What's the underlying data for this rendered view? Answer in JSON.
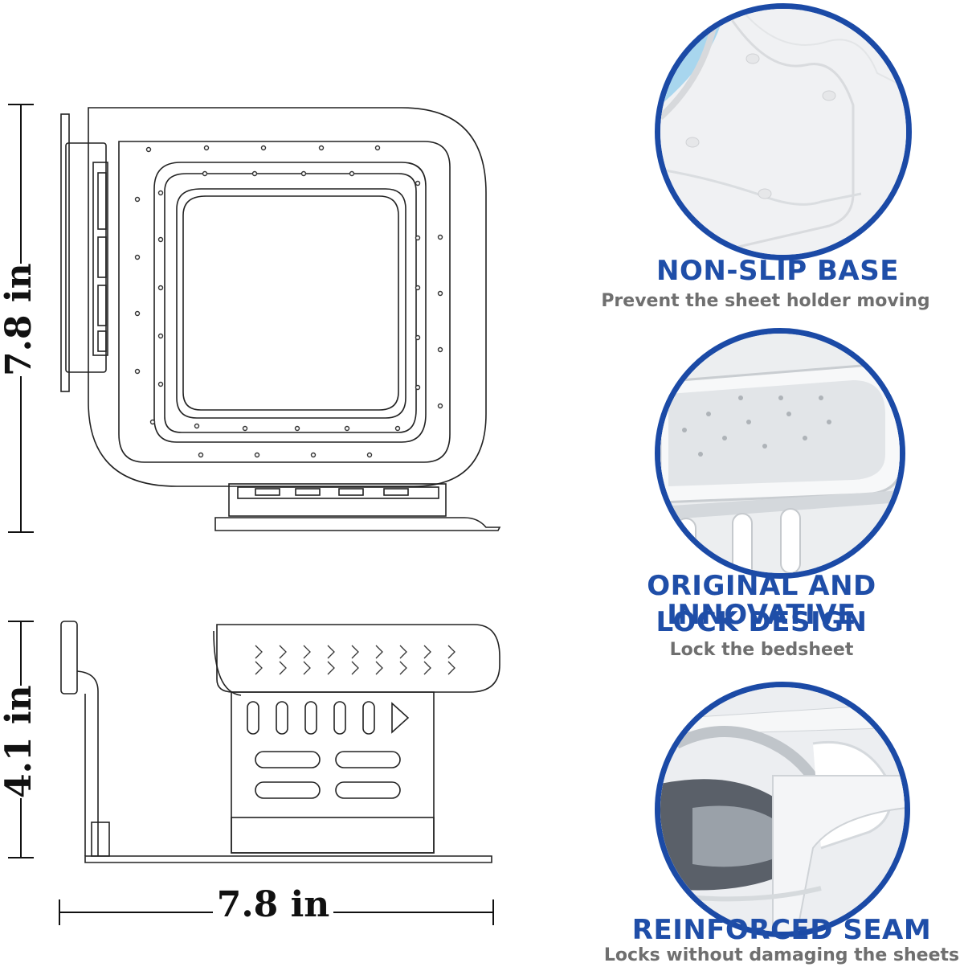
{
  "dimensions": {
    "top_height": "7.8 in",
    "bottom_height": "4.1 in",
    "bottom_width": "7.8 in"
  },
  "features": [
    {
      "title": "NON-SLIP BASE",
      "subtitle": "Prevent the sheet holder moving"
    },
    {
      "title_line1": "ORIGINAL AND INNOVATIVE",
      "title_line2": "LOCK DESIGN",
      "subtitle": "Lock the bedsheet"
    },
    {
      "title": "REINFORCED SEAM",
      "subtitle": "Locks without damaging the sheets"
    }
  ],
  "colors": {
    "accent_blue": "#1f4ea8",
    "ring_blue": "#1b4aa6",
    "subtitle_gray": "#6f6f6f",
    "line_dark": "#222222"
  }
}
